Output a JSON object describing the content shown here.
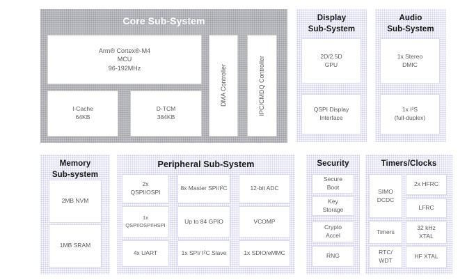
{
  "colors": {
    "core_bg": "#c6c6c0",
    "core_dot": "#9a9ab2",
    "subsystem_bg": "#fdfdff",
    "subsystem_dot": "#cbcbea",
    "core_title_text": "#ffffff",
    "subsystem_title_text": "#161616",
    "block_text": "#595959",
    "block_bg": "#ffffff"
  },
  "core": {
    "title": "Core Sub-System",
    "mcu": "Arm® Cortex®-M4\nMCU\n96-192MHz",
    "icache": "I-Cache\n64KB",
    "dtcm": "D-TCM\n384KB",
    "dma": "DMA Controller",
    "ipc": "IPC/CMDQ Controller"
  },
  "display": {
    "title": "Display\nSub-System",
    "gpu": "2D/2.5D\nGPU",
    "qspi_display": "QSPI Display\nInterface"
  },
  "audio": {
    "title": "Audio\nSub-System",
    "dmic": "1x Stereo\nDMIC",
    "i2s": "1x I²S\n(full-duplex)"
  },
  "memory": {
    "title": "Memory\nSub-system",
    "nvm": "2MB NVM",
    "sram": "1MB SRAM"
  },
  "peripheral": {
    "title": "Peripheral Sub-System",
    "cells": [
      "2x\nQSPI/OSPI",
      "8x Master SPI/I²C",
      "12-bit ADC",
      "1x\nQSPI/OSPI/HSPI",
      "Up to 84 GPIO",
      "VCOMP",
      "4x UART",
      "1x SPI/ I²C Slave",
      "1x SDIO/eMMC"
    ]
  },
  "security": {
    "title": "Security",
    "items": [
      "Secure\nBoot",
      "Key\nStorage",
      "Crypto\nAccel",
      "RNG"
    ]
  },
  "timers": {
    "title": "Timers/Clocks",
    "simo": "SIMO\nDCDC",
    "hfrc": "2x HFRC",
    "lfrc": "LFRC",
    "timers": "Timers",
    "xtal32": "32 kHz\nXTAL",
    "rtc": "RTC/\nWDT",
    "hf_xtal": "HF XTAL"
  }
}
